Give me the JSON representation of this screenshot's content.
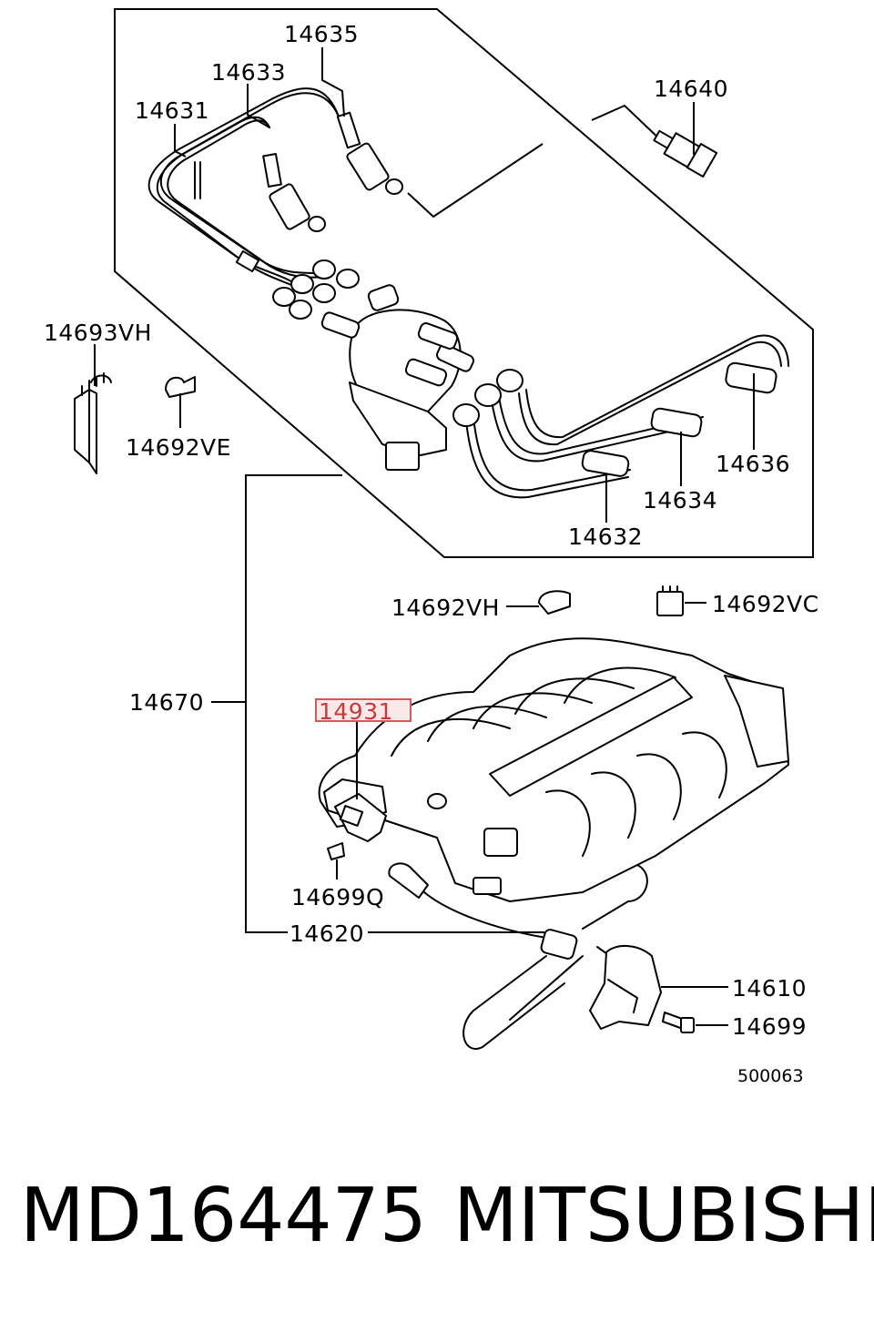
{
  "diagram": {
    "parts": [
      {
        "id": "14635",
        "label": "14635"
      },
      {
        "id": "14633",
        "label": "14633"
      },
      {
        "id": "14631",
        "label": "14631"
      },
      {
        "id": "14640",
        "label": "14640"
      },
      {
        "id": "14693VH",
        "label": "14693VH"
      },
      {
        "id": "14692VE",
        "label": "14692VE"
      },
      {
        "id": "14636",
        "label": "14636"
      },
      {
        "id": "14634",
        "label": "14634"
      },
      {
        "id": "14632",
        "label": "14632"
      },
      {
        "id": "14692VH",
        "label": "14692VH"
      },
      {
        "id": "14692VC",
        "label": "14692VC"
      },
      {
        "id": "14670",
        "label": "14670"
      },
      {
        "id": "14931",
        "label": "14931",
        "highlighted": true
      },
      {
        "id": "14699Q",
        "label": "14699Q"
      },
      {
        "id": "14620",
        "label": "14620"
      },
      {
        "id": "14610",
        "label": "14610"
      },
      {
        "id": "14699",
        "label": "14699"
      }
    ],
    "diagram_code": "500063",
    "highlight_color": "#c53a3a"
  },
  "footer": {
    "part_number": "MD164475",
    "brand": "MITSUBISHI"
  }
}
